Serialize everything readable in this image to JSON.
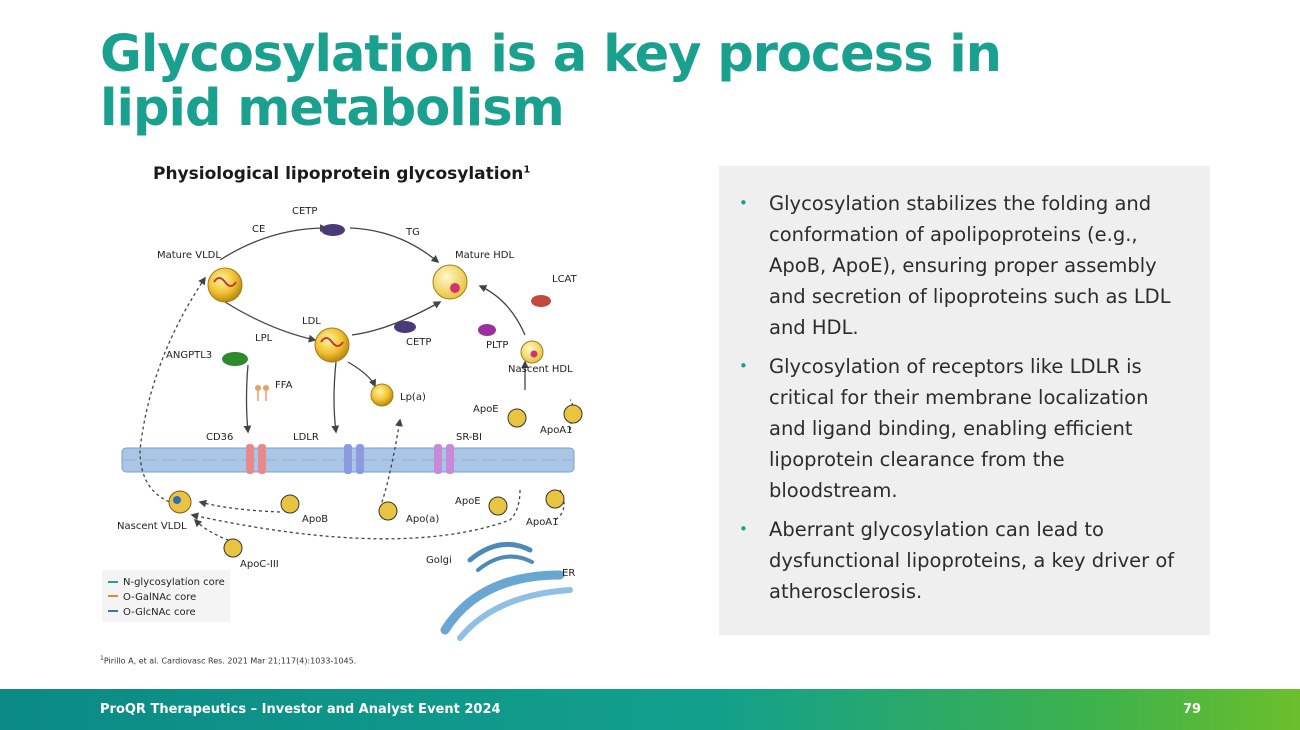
{
  "title": "Glycosylation is a key process in lipid metabolism",
  "diagram": {
    "heading": "Physiological lipoprotein glycosylation",
    "heading_sup": "1",
    "labels": {
      "cetp_top": "CETP",
      "ce": "CE",
      "tg": "TG",
      "mature_vldl": "Mature VLDL",
      "mature_hdl": "Mature HDL",
      "lcat": "LCAT",
      "ldl": "LDL",
      "lpl": "LPL",
      "cetp_mid": "CETP",
      "pltp": "PLTP",
      "angptl3": "ANGPTL3",
      "nascent_hdl": "Nascent HDL",
      "ffa": "FFA",
      "lpa": "Lp(a)",
      "apoe_top": "ApoE",
      "apoa1_top": "ApoA1",
      "cd36": "CD36",
      "ldlr": "LDLR",
      "srbi": "SR-BI",
      "apoe_bottom": "ApoE",
      "apob": "ApoB",
      "apoa": "Apo(a)",
      "apoa1_bottom": "ApoA1",
      "nascent_vldl": "Nascent VLDL",
      "apoc3": "ApoC-III",
      "golgi": "Golgi",
      "er": "ER"
    },
    "legend": [
      "N-glycosylation core",
      "O-GalNAc core",
      "O-GlcNAc core"
    ]
  },
  "bullets": [
    "Glycosylation stabilizes the folding and conformation of apolipoproteins (e.g., ApoB, ApoE), ensuring proper assembly and secretion of lipoproteins such as LDL and HDL.",
    "Glycosylation of receptors like LDLR is critical for their membrane localization and ligand binding, enabling efficient lipoprotein clearance from the bloodstream.",
    "Aberrant glycosylation can lead to dysfunctional lipoproteins, a key driver of atherosclerosis."
  ],
  "footnote_sup": "1",
  "footnote": "Pirillo A, et al. Cardiovasc Res. 2021 Mar 21;117(4):1033-1045.",
  "footer": {
    "text": "ProQR Therapeutics – Investor and Analyst Event 2024",
    "page_number": "79"
  },
  "colors": {
    "accent": "#1aa08f",
    "bullet_box": "#efefef",
    "membrane": "#a9c6e6"
  }
}
